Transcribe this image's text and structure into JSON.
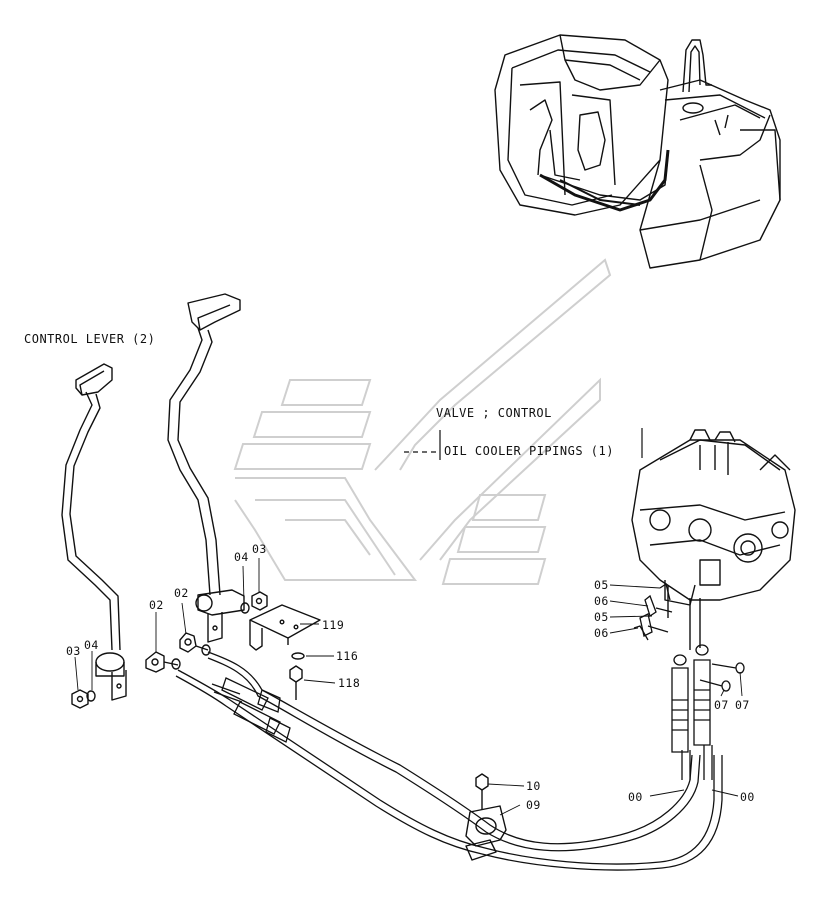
{
  "diagram": {
    "control_lever_label": "CONTROL  LEVER (2)",
    "valve_label": "VALVE ; CONTROL",
    "oil_cooler_label": "OIL  COOLER  PIPINGS (1)",
    "part_refs": {
      "p00a": "00",
      "p00b": "00",
      "p02a": "02",
      "p02b": "02",
      "p03a": "03",
      "p03b": "03",
      "p04a": "04",
      "p04b": "04",
      "p05a": "05",
      "p05b": "05",
      "p06a": "06",
      "p06b": "06",
      "p07a": "07",
      "p07b": "07",
      "p09": "09",
      "p10": "10",
      "p116": "116",
      "p118": "118",
      "p119": "119"
    }
  },
  "colors": {
    "line": "#111111",
    "watermark": "#cfcfcf"
  }
}
